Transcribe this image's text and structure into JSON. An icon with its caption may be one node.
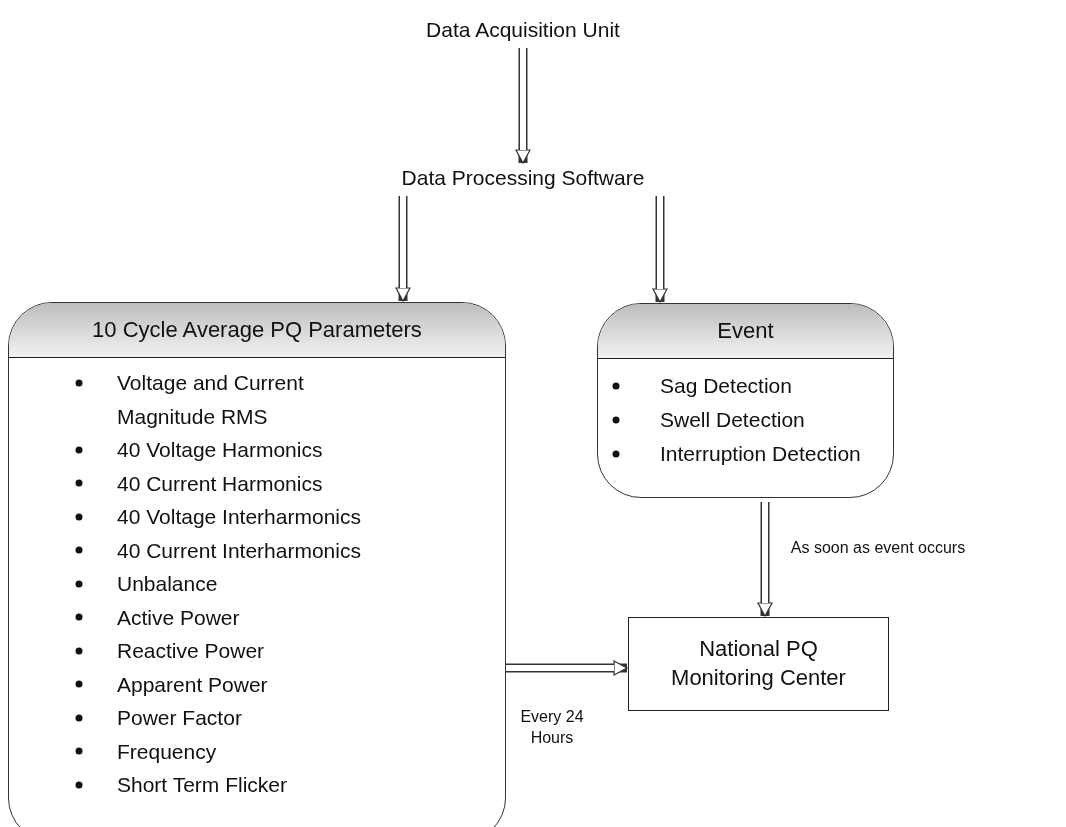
{
  "diagram": {
    "nodes": [
      {
        "text": [
          "Data Acquisition Unit"
        ]
      },
      {
        "text": [
          "Data Processing Software"
        ]
      },
      {
        "text": [
          "10 Cycle Average PQ Parameters",
          "Voltage and Current Magnitude RMS",
          "40 Voltage Harmonics",
          "40 Current Harmonics",
          "40 Voltage Interharmonics",
          "40 Current Interharmonics",
          "Unbalance",
          "Active Power",
          "Reactive Power",
          "Apparent Power",
          "Power Factor",
          "Frequency",
          "Short Term Flicker"
        ]
      },
      {
        "text": [
          "Event",
          "Sag Detection",
          "Swell Detection",
          "Interruption Detection"
        ]
      },
      {
        "text": [
          "National PQ Monitoring Center"
        ]
      }
    ],
    "edges": [
      {
        "from": 0,
        "to": 1,
        "arrow": "to"
      },
      {
        "from": 1,
        "to": 2,
        "arrow": "to"
      },
      {
        "from": 1,
        "to": 3,
        "arrow": "to"
      },
      {
        "from": 3,
        "to": 4,
        "arrow": "to",
        "label": "As soon as event occurs"
      },
      {
        "from": 2,
        "to": 4,
        "arrow": "to",
        "label": "Every 24 Hours"
      }
    ]
  }
}
